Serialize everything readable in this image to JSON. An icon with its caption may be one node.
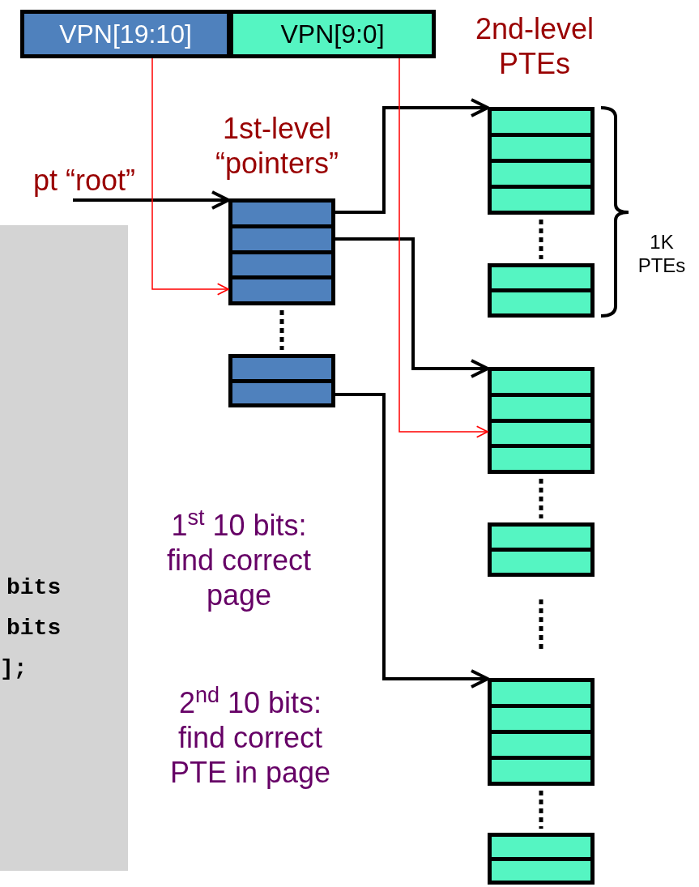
{
  "diagram": {
    "nodes": [
      {
        "text": [
          "VPN[19:10]"
        ]
      },
      {
        "text": [
          "VPN[9:0]"
        ]
      },
      {
        "text": [
          "pt “root”"
        ]
      },
      {
        "text": [],
        "shape": "box"
      },
      {
        "text": [],
        "shape": "box"
      },
      {
        "text": [],
        "shape": "box"
      },
      {
        "text": [],
        "shape": "box"
      },
      {
        "text": [],
        "shape": "box"
      },
      {
        "text": [],
        "shape": "box"
      },
      {
        "text": [],
        "shape": "box"
      },
      {
        "text": [],
        "shape": "box"
      }
    ],
    "edges": [
      {
        "from": 2,
        "to": 3,
        "arrow": "to"
      },
      {
        "from": 3,
        "to": 5,
        "arrow": "to"
      },
      {
        "from": 3,
        "to": 7,
        "arrow": "to"
      },
      {
        "from": 4,
        "to": 9,
        "arrow": "to"
      },
      {
        "from": 0,
        "to": 3,
        "arrow": "to",
        "color": "#ff0000"
      },
      {
        "from": 1,
        "to": 7,
        "arrow": "to",
        "color": "#ff0000"
      }
    ],
    "labels": [
      "2nd-level PTEs",
      "1st-level “pointers”",
      "1K PTEs",
      "1$^{st}$ 10 bits: find correct page",
      "2$^{nd}$ 10 bits: find correct PTE in page",
      "bits",
      "bits",
      "];"
    ]
  }
}
